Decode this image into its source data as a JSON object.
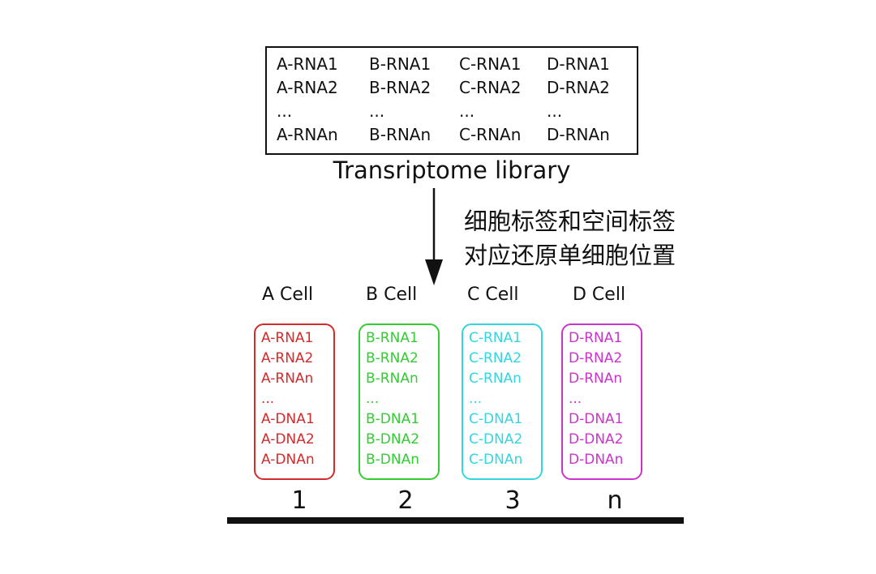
{
  "library": {
    "columns": [
      [
        "A-RNA1",
        "A-RNA2",
        "...",
        "A-RNAn"
      ],
      [
        "B-RNA1",
        "B-RNA2",
        "...",
        "B-RNAn"
      ],
      [
        "C-RNA1",
        "C-RNA2",
        "...",
        "C-RNAn"
      ],
      [
        "D-RNA1",
        "D-RNA2",
        "...",
        "D-RNAn"
      ]
    ],
    "caption": "Transriptome library"
  },
  "annotation": {
    "line1": "细胞标签和空间标签",
    "line2": "对应还原单细胞位置"
  },
  "cells": [
    {
      "title": "A Cell",
      "number": "1",
      "color": "#d42a2a",
      "items": [
        "A-RNA1",
        "A-RNA2",
        "A-RNAn",
        "...",
        "A-DNA1",
        "A-DNA2",
        "A-DNAn"
      ]
    },
    {
      "title": "B Cell",
      "number": "2",
      "color": "#33cc33",
      "items": [
        "B-RNA1",
        "B-RNA2",
        "B-RNAn",
        "...",
        "B-DNA1",
        "B-DNA2",
        "B-DNAn"
      ]
    },
    {
      "title": "C Cell",
      "number": "3",
      "color": "#33d6e0",
      "items": [
        "C-RNA1",
        "C-RNA2",
        "C-RNAn",
        "...",
        "C-DNA1",
        "C-DNA2",
        "C-DNAn"
      ]
    },
    {
      "title": "D Cell",
      "number": "n",
      "color": "#cc33cc",
      "items": [
        "D-RNA1",
        "D-RNA2",
        "D-RNAn",
        "...",
        "D-DNA1",
        "D-DNA2",
        "D-DNAn"
      ]
    }
  ]
}
